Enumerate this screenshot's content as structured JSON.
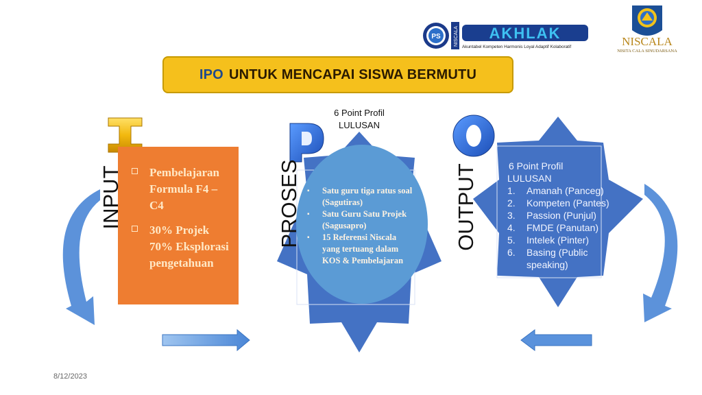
{
  "header": {
    "title_highlight": "IPO",
    "title_rest": "UNTUK MENCAPAI SISWA BERMUTU",
    "akhlak_logo_text": "AKHLAK",
    "akhlak_tagline": "Akuntabel Kompeten Harmonis Loyal Adaptif Kolaboratif",
    "akhlak_badge_text": "PS",
    "akhlak_side_text": "NISCALA",
    "niscala_name": "NISCALA",
    "niscala_tagline": "NISITA CALA SINUDARSANA"
  },
  "input": {
    "letter": "I",
    "label": "INPUT",
    "items": [
      "Pembelajaran Formula F4 – C4",
      "30% Projek 70% Eksplorasi pengetahuan"
    ]
  },
  "proses": {
    "letter": "P",
    "label": "PROSES",
    "caption": "6 Point Profil LULUSAN",
    "items": [
      "Satu guru tiga ratus soal (Sagutiras)",
      "Satu Guru Satu Projek (Sagusapro)",
      "15 Referensi Niscala yang tertuang dalam KOS & Pembelajaran"
    ]
  },
  "output": {
    "letter": "O",
    "label": "OUTPUT",
    "heading_line1": "6 Point Profil",
    "heading_line2": "LULUSAN",
    "items": [
      {
        "num": "1.",
        "text": "Amanah (Panceg)"
      },
      {
        "num": "2.",
        "text": "Kompeten (Pantes)"
      },
      {
        "num": "3.",
        "text": "Passion (Punjul)"
      },
      {
        "num": "4.",
        "text": "FMDE (Panutan)"
      },
      {
        "num": "5.",
        "text": "Intelek (Pinter)"
      },
      {
        "num": "6.",
        "text": "Basing (Public speaking)"
      }
    ]
  },
  "footer": {
    "date": "8/12/2023"
  },
  "colors": {
    "title_bg": "#f5c01c",
    "input_box": "#ee7d31",
    "star_blue": "#4472c4",
    "oval_blue": "#5b9bd5",
    "letter_gold": "#f2c21b",
    "letter_blue": "#2e6fd6"
  }
}
